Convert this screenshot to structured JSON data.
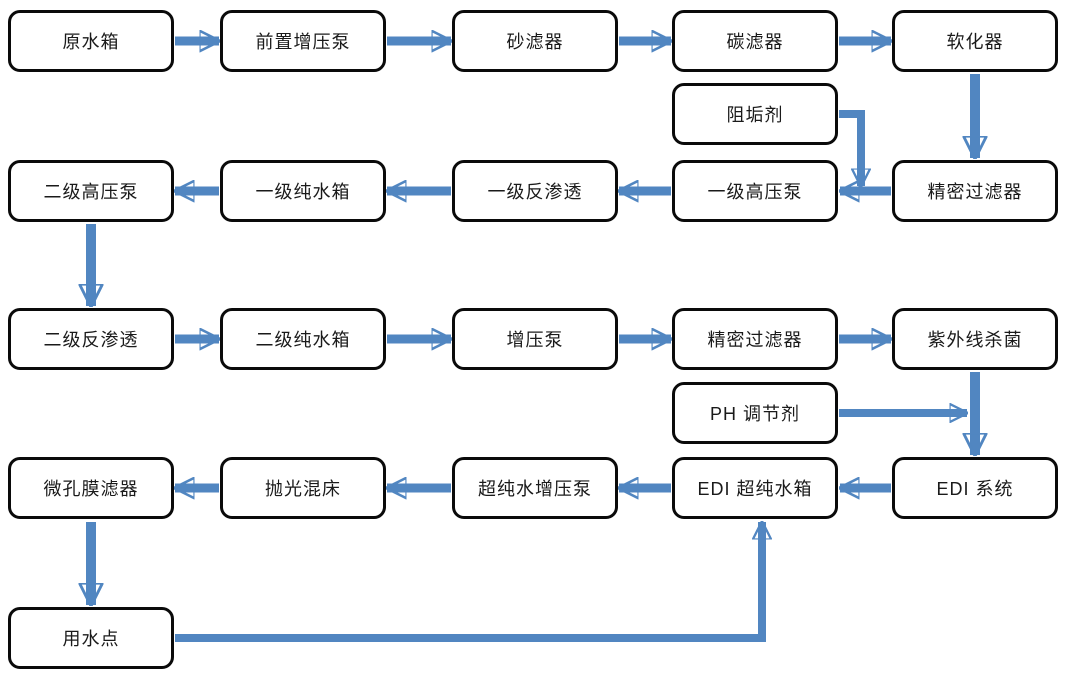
{
  "diagram": {
    "colors": {
      "arrow": "#5186c1",
      "arrow_dark_edge": "#3a6894",
      "box_border": "#0a0a0a",
      "box_background": "#ffffff",
      "text": "#1a1a1a",
      "page_background": "#ffffff"
    },
    "nodes": [
      {
        "id": "raw-water-tank",
        "label": "原水箱"
      },
      {
        "id": "pre-booster-pump",
        "label": "前置增压泵"
      },
      {
        "id": "sand-filter",
        "label": "砂滤器"
      },
      {
        "id": "carbon-filter",
        "label": "碳滤器"
      },
      {
        "id": "softener",
        "label": "软化器"
      },
      {
        "id": "antiscalant",
        "label": "阻垢剂"
      },
      {
        "id": "precision-filter-1",
        "label": "精密过滤器"
      },
      {
        "id": "stage1-hp-pump",
        "label": "一级高压泵"
      },
      {
        "id": "stage1-ro",
        "label": "一级反渗透"
      },
      {
        "id": "stage1-pure-tank",
        "label": "一级纯水箱"
      },
      {
        "id": "stage2-hp-pump",
        "label": "二级高压泵"
      },
      {
        "id": "stage2-ro",
        "label": "二级反渗透"
      },
      {
        "id": "stage2-pure-tank",
        "label": "二级纯水箱"
      },
      {
        "id": "booster-pump",
        "label": "增压泵"
      },
      {
        "id": "precision-filter-2",
        "label": "精密过滤器"
      },
      {
        "id": "uv-sterilizer",
        "label": "紫外线杀菌"
      },
      {
        "id": "ph-adjuster",
        "label": "PH 调节剂"
      },
      {
        "id": "edi-system",
        "label": "EDI 系统"
      },
      {
        "id": "edi-tank",
        "label": "EDI 超纯水箱"
      },
      {
        "id": "up-booster-pump",
        "label": "超纯水增压泵"
      },
      {
        "id": "polishing-bed",
        "label": "抛光混床"
      },
      {
        "id": "membrane-filter",
        "label": "微孔膜滤器"
      },
      {
        "id": "use-point",
        "label": "用水点"
      }
    ],
    "edges": [
      {
        "from": "raw-water-tank",
        "to": "pre-booster-pump"
      },
      {
        "from": "pre-booster-pump",
        "to": "sand-filter"
      },
      {
        "from": "sand-filter",
        "to": "carbon-filter"
      },
      {
        "from": "carbon-filter",
        "to": "softener"
      },
      {
        "from": "softener",
        "to": "precision-filter-1"
      },
      {
        "from": "antiscalant",
        "to": "stage1-hp-pump"
      },
      {
        "from": "precision-filter-1",
        "to": "stage1-hp-pump"
      },
      {
        "from": "stage1-hp-pump",
        "to": "stage1-ro"
      },
      {
        "from": "stage1-ro",
        "to": "stage1-pure-tank"
      },
      {
        "from": "stage1-pure-tank",
        "to": "stage2-hp-pump"
      },
      {
        "from": "stage2-hp-pump",
        "to": "stage2-ro"
      },
      {
        "from": "stage2-ro",
        "to": "stage2-pure-tank"
      },
      {
        "from": "stage2-pure-tank",
        "to": "booster-pump"
      },
      {
        "from": "booster-pump",
        "to": "precision-filter-2"
      },
      {
        "from": "precision-filter-2",
        "to": "uv-sterilizer"
      },
      {
        "from": "uv-sterilizer",
        "to": "edi-system"
      },
      {
        "from": "ph-adjuster",
        "to": "edi-system"
      },
      {
        "from": "edi-system",
        "to": "edi-tank"
      },
      {
        "from": "edi-tank",
        "to": "up-booster-pump"
      },
      {
        "from": "up-booster-pump",
        "to": "polishing-bed"
      },
      {
        "from": "polishing-bed",
        "to": "membrane-filter"
      },
      {
        "from": "membrane-filter",
        "to": "use-point"
      },
      {
        "from": "use-point",
        "to": "edi-tank"
      }
    ]
  }
}
